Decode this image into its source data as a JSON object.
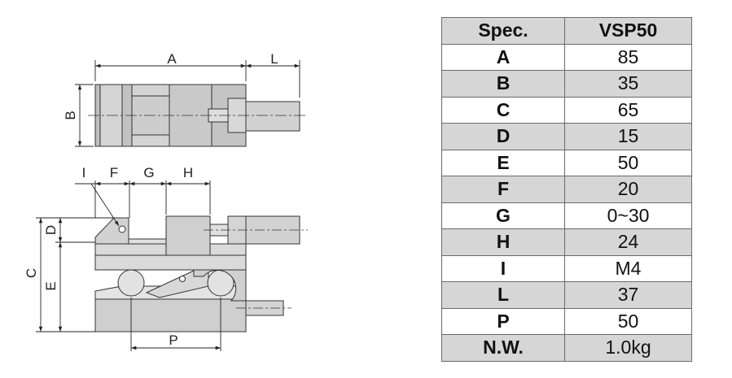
{
  "diagram": {
    "top_view": {
      "dim_a": "A",
      "dim_l": "L",
      "dim_b": "B"
    },
    "side_view": {
      "dim_i": "I",
      "dim_f": "F",
      "dim_g": "G",
      "dim_h": "H",
      "dim_d": "D",
      "dim_c": "C",
      "dim_e": "E",
      "dim_p": "P"
    }
  },
  "spec_table": {
    "header": {
      "param": "Spec.",
      "model": "VSP50"
    },
    "rows": [
      {
        "param": "A",
        "value": "85"
      },
      {
        "param": "B",
        "value": "35"
      },
      {
        "param": "C",
        "value": "65"
      },
      {
        "param": "D",
        "value": "15"
      },
      {
        "param": "E",
        "value": "50"
      },
      {
        "param": "F",
        "value": "20"
      },
      {
        "param": "G",
        "value": "0~30"
      },
      {
        "param": "H",
        "value": "24"
      },
      {
        "param": "I",
        "value": "M4"
      },
      {
        "param": "L",
        "value": "37"
      },
      {
        "param": "P",
        "value": "50"
      },
      {
        "param": "N.W.",
        "value": "1.0kg"
      }
    ]
  }
}
